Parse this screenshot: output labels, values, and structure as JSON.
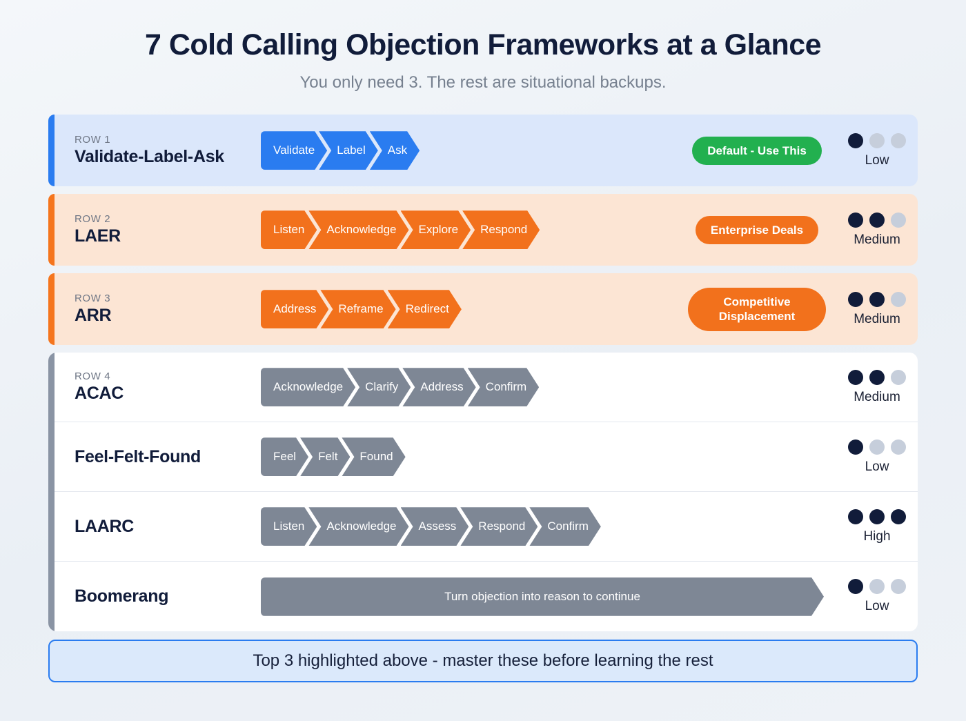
{
  "header": {
    "title": "7 Cold Calling Objection Frameworks at a Glance",
    "subtitle": "You only need 3. The rest are situational backups."
  },
  "colors": {
    "accent_blue": "#2a7cf0",
    "accent_orange": "#f5751d",
    "chevron_blue": "#2a7cf0",
    "chevron_orange": "#f2711c",
    "chevron_gray": "#7e8795",
    "badge_green": "#22b04f",
    "badge_orange": "#f2711c",
    "dot_on": "#111c3a",
    "dot_off": "#c6cedb",
    "row_blue_bg": "#dbe7fb",
    "row_peach_bg": "#fce5d4",
    "title_color": "#111c3a",
    "subtitle_color": "#76808f"
  },
  "rows": [
    {
      "kicker": "ROW 1",
      "name": "Validate-Label-Ask",
      "steps": [
        "Validate",
        "Label",
        "Ask"
      ],
      "badge": "Default - Use This",
      "effort_label": "Low",
      "effort_filled": 1,
      "effort_total": 3
    },
    {
      "kicker": "ROW 2",
      "name": "LAER",
      "steps": [
        "Listen",
        "Acknowledge",
        "Explore",
        "Respond"
      ],
      "badge": "Enterprise Deals",
      "effort_label": "Medium",
      "effort_filled": 2,
      "effort_total": 3
    },
    {
      "kicker": "ROW 3",
      "name": "ARR",
      "steps": [
        "Address",
        "Reframe",
        "Redirect"
      ],
      "badge": "Competitive Displacement",
      "effort_label": "Medium",
      "effort_filled": 2,
      "effort_total": 3
    },
    {
      "kicker": "ROW 4",
      "name": "ACAC",
      "steps": [
        "Acknowledge",
        "Clarify",
        "Address",
        "Confirm"
      ],
      "badge": "",
      "effort_label": "Medium",
      "effort_filled": 2,
      "effort_total": 3
    },
    {
      "kicker": "",
      "name": "Feel-Felt-Found",
      "steps": [
        "Feel",
        "Felt",
        "Found"
      ],
      "badge": "",
      "effort_label": "Low",
      "effort_filled": 1,
      "effort_total": 3
    },
    {
      "kicker": "",
      "name": "LAARC",
      "steps": [
        "Listen",
        "Acknowledge",
        "Assess",
        "Respond",
        "Confirm"
      ],
      "badge": "",
      "effort_label": "High",
      "effort_filled": 3,
      "effort_total": 3
    },
    {
      "kicker": "",
      "name": "Boomerang",
      "steps": [
        "Turn objection into reason to continue"
      ],
      "badge": "",
      "effort_label": "Low",
      "effort_filled": 1,
      "effort_total": 3
    }
  ],
  "footer": {
    "note": "Top 3 highlighted above - master these before learning the rest"
  }
}
